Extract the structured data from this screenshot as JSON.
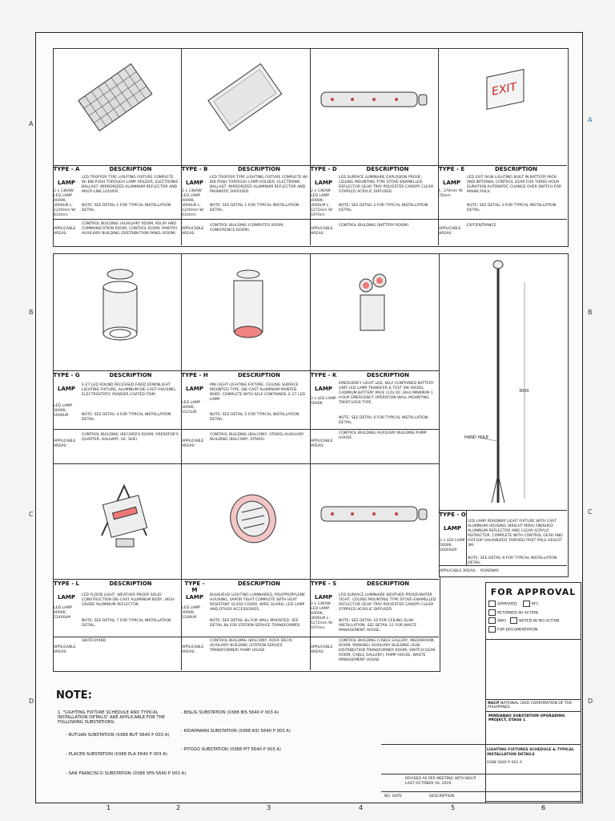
{
  "zones": {
    "left": [
      "A",
      "B",
      "C",
      "D"
    ],
    "right": [
      "A",
      "B",
      "C",
      "D"
    ],
    "bottom": [
      "1",
      "2",
      "3",
      "4",
      "5",
      "6"
    ]
  },
  "fixtures": [
    {
      "type": "TYPE - A",
      "lamp": "LAMP",
      "lamp_spec": "2 x 13KAW LED LAMP 4000K, 3000LM L: 1220mm W: 610mm",
      "desc": "LED TROFFER TYPE LIGHTING FIXTURE COMPLETE W/ BIB PUSH THROUGH LAMP HOLDER, ELECTRONIC BALLAST, MIRRORIZED ALUMINUM REFLECTOR AND MULTI-LINE LOUVER.",
      "note": "NOTE: SEE DETAIL 1 FOR TYPICAL INSTALLATION DETAIL.",
      "areas_label": "APPLICABLE AREAS:",
      "areas": "CONTROL BUILDING (AUXILIARY ROOM, RELAY AND COMMUNICATION ROOM, CONTROL ROOM, PANTRY) AUXILIARY BUILDING (DISTRIBUTION PANEL ROOM)"
    },
    {
      "type": "TYPE - B",
      "lamp": "LAMP",
      "lamp_spec": "2 x 13KAW LED LAMP 4000K, 3000LM L: 1220mm W: 610mm",
      "desc": "LED TROFFER TYPE LIGHTING FIXTURE COMPLETE W/ BIB PUSH THROUGH LAMP HOLDER, ELECTRONIC BALLAST, MIRRORIZED ALUMINUM REFLECTOR AND PRISMATIC DIFFUSER.",
      "note": "NOTE: SEE DETAIL 1 FOR TYPICAL INSTALLATION DETAIL.",
      "areas_label": "APPLICABLE AREAS:",
      "areas": "CONTROL BUILDING (COMPUTER ROOM, CONFERENCE ROOM)"
    },
    {
      "type": "TYPE - D",
      "lamp": "LAMP",
      "lamp_spec": "2 x 13KAW LED LAMP 4000K, 3000LM L: 1272mm W: 197mm",
      "desc": "LED SURFACE LUMINAIRE EXPLOSION PROOF, CEILING MOUNTING TYPE STOVE-ENAMELLED REFLECTOR GEAR TRAY POLYESTER CANOPY CLEAR STIPPLED ACRYLIC DIFFUSER.",
      "note": "NOTE: SEE DETAIL 2 FOR TYPICAL INSTALLATION DETAIL.",
      "areas_label": "APPLICABLE AREAS:",
      "areas": "CONTROL BUILDING (BATTERY ROOM)"
    },
    {
      "type": "TYPE - E",
      "lamp": "LAMP",
      "lamp_spec": "L: 170mm W: 70mm",
      "desc": "LED EXIT SIGN LIGHTING BUILT IN BATTERY PACK AND INTERNAL CONTROL GEAR FOR THREE-HOUR DURATION AUTOMATIC CHANGE OVER SWITCH FOR MAINS FAILS.",
      "note": "NOTE: SEE DETAIL 3 FOR TYPICAL INSTALLATION DETAIL.",
      "areas_label": "APPLICABLE AREAS:",
      "areas": "EXIT/ENTRANCE"
    },
    {
      "type": "TYPE - G",
      "lamp": "LAMP",
      "lamp_spec": "LED LAMP 3000K, 1600LM",
      "desc": "E-27 LED ROUND RECESSED FIXED DOWNLIGHT LIGHTING FIXTURE, ALUMINUM DIE-CAST HOUSING, ELECTROSTATIC POWDER COATED TRIM.",
      "note": "NOTE: SEE DETAIL 4 FOR TYPICAL INSTALLATION DETAIL.",
      "areas_label": "APPLICABLE AREAS:",
      "areas": "CONTROL BUILDING (RECORD'S ROOM, OPERATOR'S QUARTER, HALLWAY, HE, SHE)"
    },
    {
      "type": "TYPE - H",
      "lamp": "LAMP",
      "lamp_spec": "LED LAMP 3000K, 1521LM",
      "desc": "PIN LIGHT LIGHTING FIXTURE, CEILING SURFACE MOUNTED TYPE, DIE-CAST ALUMINUM PAINTED BODY, COMPLETE WITH SELF-CONTAINED, E-27 LED LAMP.",
      "note": "NOTE: SEE DETAIL 5 FOR TYPICAL INSTALLATION DETAIL.",
      "areas_label": "APPLICABLE AREAS:",
      "areas": "CONTROL BUILDING (BALCONY, STAIRS) AUXILIARY BUILDING (BALCONY, STAIRS)"
    },
    {
      "type": "TYPE - K",
      "lamp": "LAMP",
      "lamp_spec": "2 x LED LAMP 5000K",
      "desc": "EMERGENCY LIGHT LED, SELF-CONTAINED BATTERY UNIT LED LAMP TRANSFER & TEST SW. NICKEL CADMIUM BATTERY PACK (12V DC 4AH) MINIMUM 1 HOUR EMERGENCY OPERATION WALL MOUNTING TWIST-LOCK TYPE.",
      "note": "NOTE: SEE DETAIL 6 FOR TYPICAL INSTALLATION DETAIL.",
      "areas_label": "APPLICABLE AREAS:",
      "areas": "CONTROL BUILDING AUXILIARY BUILDING PUMP HOUSE"
    },
    {
      "type": "TYPE - L",
      "lamp": "LAMP",
      "lamp_spec": "LED LAMP 4000K, 22400LM",
      "desc": "LED FLOOD LIGHT, WEATHER PROOF SOLID CONSTRUCTION DIE-CAST ALUMINUM BODY, HIGH-GRADE ALUMINUM REFLECTOR.",
      "note": "NOTE: SEE DETAIL 7 FOR TYPICAL INSTALLATION DETAIL.",
      "areas_label": "APPLICABLE AREAS:",
      "areas": "SWITCHYARD"
    },
    {
      "type": "TYPE - M",
      "lamp": "LAMP",
      "lamp_spec": "LED LAMP 3000K, 1200LM",
      "desc": "BULKHEAD LIGHTING LUMINAIRES, POLYPROPYLENE HOUSING, VAPOR TIGHT COMPLETE WITH HEAT RESISTANT GLASS COVER, WIRE GUARD, LED LAMP AND OTHER ACCESSORIES.",
      "note": "NOTE: SEE DETAIL 8a FOR WALL MOUNTED. SEE DETAIL 8b FOR STATION SERVICE TRANSFORMER.",
      "areas_label": "APPLICABLE AREAS:",
      "areas": "CONTROL BUILDING (BALCONY, ROOF DECK) AUXILIARY BUILDING (STATION SERVICE TRANSFORMER) PUMP HOUSE"
    },
    {
      "type": "TYPE - S",
      "lamp": "LAMP",
      "lamp_spec": "2 x 13KAW LED LAMP 4000K, 3000LM L: 1272mm W: 197mm",
      "desc": "LED SURFACE LUMINAIRE WEATHER PROOF/WATER TIGHT, CEILING MOUNTING TYPE STOVE-ENAMELLED REFLECTOR GEAR TRAY POLYESTER CANOPY CLEAR STIPPLED ACRYLIC DIFFUSER.",
      "note": "NOTE: SEE DETAIL 10 FOR CEILING SLAB INSTALLATION. SEE DETAIL 11 FOR WASTE MANAGEMENT HOUSE.",
      "areas_label": "APPLICABLE AREAS:",
      "areas": "CONTROL BUILDING (CABLE GALLERY, MEDIAROOM, ROOM, PARKING) AUXILIARY BUILDING (SUB-DISTRIBUTION TRANSFORMER ROOM, SWITCH-GEAR ROOM, CABLE GALLERY), PUMP HOUSE, WASTE MANAGEMENT HOUSE"
    },
    {
      "type": "TYPE - O",
      "lamp": "LAMP",
      "lamp_spec": "2 x LED LAMP 5000K, 16000LM",
      "desc": "LED LAMP ROADWAY LIGHT FIXTURE WITH CAST ALUMINUM HOUSING (BRIGHT MIRA) FINISHED ALUMINUM REFLECTOR AND CLEAR ACRYLIC REFRACTOR, COMPLETE WITH CONTROL GEAR AND HOT-DIP GALVANIZED TAPERED POST POLE HEIGHT 3M.",
      "note": "NOTE: SEE DETAIL 9 FOR TYPICAL INSTALLATION DETAIL.",
      "areas_label": "APPLICABLE AREAS:",
      "areas": "ROADWAY"
    }
  ],
  "header_labels": {
    "desc": "DESCRIPTION"
  },
  "exit_sign": "EXIT",
  "pole": {
    "height": "3000",
    "hand_hole": "HAND HOLE"
  },
  "notes": {
    "title": "NOTE:",
    "item1": "1. \"LIGHTING FIXTURE SCHEDULE AND TYPICAL INSTALLATION DETAILS\" ARE APPLICABLE FOR THE FOLLOWING SUBSTATIONS:",
    "subs_left": [
      "- BUTUAN SUBSTATION (0388 BUT 5640 P 003 A)",
      "- PLACER SUBSTATION (0388 PLA 5640 P 003 A)",
      "- SAN FRANCISCO SUBSTATION (0388 SFN 5640 P 003 A)"
    ],
    "subs_right": [
      "- BISLIG SUBSTATION (0388 BIS 5640 P 003 A)",
      "- KIDAPAWAN SUBSTATION (0388 KID 5640 P 003 A)",
      "- PITOGO SUBSTATION (0388 PIT 5640 P 003 A)"
    ]
  },
  "approval": {
    "title": "FOR APPROVAL",
    "options": [
      "APPROVED",
      "RFC",
      "RETURNED W/ ACTION",
      "AWO",
      "NOTED W/ NO ACTION",
      "FOR DOCUMENTATION"
    ],
    "company1": "NATIONAL GRID CORPORATION OF THE PHILIPPINES",
    "company2": "NGCP",
    "project": "MINDANAO SUBSTATION UPGRADING PROJECT, STAGE 1",
    "drawing_title": "LIGHTING FIXTURES SCHEDULE & TYPICAL INSTALLATION DETAILS",
    "dwg_no": "0388 5640 P 003 A"
  },
  "revisions": {
    "row1": "REVISED AS PER MEETING WITH NGCP LAST OCTOBER 16, 2019",
    "col_desc": "DESCRIPTION",
    "col_date": "DATE",
    "col_no": "NO"
  }
}
